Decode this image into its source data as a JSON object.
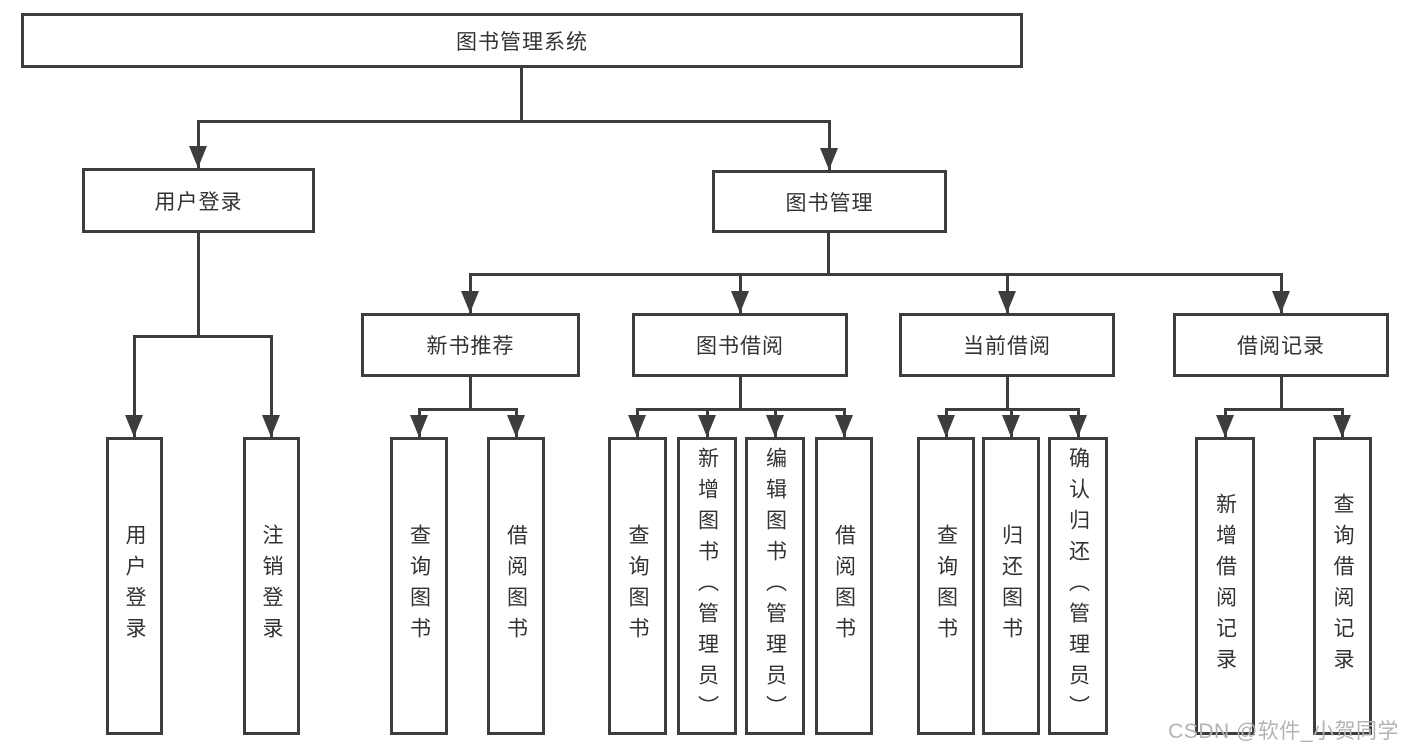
{
  "diagram_type": "hierarchy-tree",
  "colors": {
    "line": "#3d3d3d",
    "text": "#333333",
    "background": "#ffffff",
    "watermark": "#b3b3b3"
  },
  "tree": {
    "label": "图书管理系统",
    "children": [
      {
        "label": "用户登录",
        "children": [
          {
            "label": "用户登录"
          },
          {
            "label": "注销登录"
          }
        ]
      },
      {
        "label": "图书管理",
        "children": [
          {
            "label": "新书推荐",
            "children": [
              {
                "label": "查询图书"
              },
              {
                "label": "借阅图书"
              }
            ]
          },
          {
            "label": "图书借阅",
            "children": [
              {
                "label": "查询图书"
              },
              {
                "label": "新增图书（管理员）"
              },
              {
                "label": "编辑图书（管理员）"
              },
              {
                "label": "借阅图书"
              }
            ]
          },
          {
            "label": "当前借阅",
            "children": [
              {
                "label": "查询图书"
              },
              {
                "label": "归还图书"
              },
              {
                "label": "确认归还（管理员）"
              }
            ]
          },
          {
            "label": "借阅记录",
            "children": [
              {
                "label": "新增借阅记录"
              },
              {
                "label": "查询借阅记录"
              }
            ]
          }
        ]
      }
    ]
  },
  "watermark": {
    "text": "CSDN @软件_小贺同学"
  }
}
